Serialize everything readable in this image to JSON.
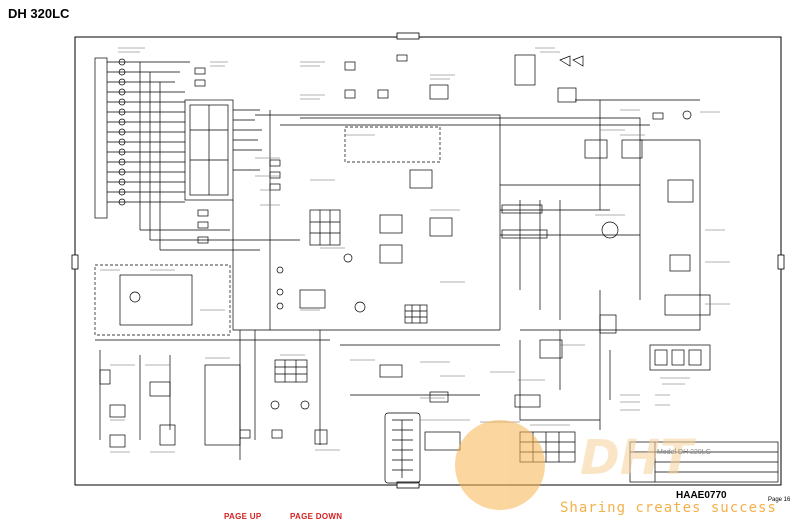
{
  "page": {
    "title": "DH 320LC",
    "doc_code": "HAAE0770",
    "page_number": "Page 16",
    "nav": {
      "page_up": "PAGE UP",
      "page_down": "PAGE DOWN"
    }
  },
  "title_block": {
    "model": "Model DH 220LC"
  },
  "watermark": {
    "logo": "DHT",
    "slogan": "Sharing creates success"
  },
  "colors": {
    "line": "#000000",
    "nav": "#d42020",
    "watermark_circle": "#f7b54f",
    "watermark_text": "#f4b14a"
  }
}
